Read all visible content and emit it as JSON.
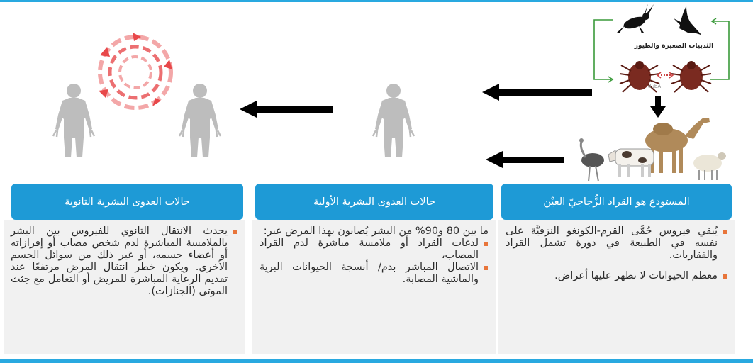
{
  "reservoir": {
    "header": "المستودع هو القراد الزُّجاجيّ العيْن",
    "paragraphs": [
      "يُبقي فيروس حُمَّى القرم-الكونغو النزفيَّة على نفسه في الطبيعة في دورة تشمل القراد والفقاريات.",
      "معظم الحيوانات لا تظهر عليها أعراض."
    ]
  },
  "primary": {
    "header": "حالات العدوى البشرية الأولية",
    "intro": "ما بين 80 و90% من البشر يُصابون بهذا المرض عبر:",
    "items": [
      "لدغات القراد أو ملامسة مباشرة لدم القراد المصاب،",
      "الاتصال المباشر بدم/ أنسجة الحيوانات البرية والماشية المصابة."
    ]
  },
  "secondary": {
    "header": "حالات العدوى البشرية الثانوية",
    "paragraph": "يحدث الانتقال الثانوي للفيروس بين البشر بالملامسة المباشرة لدم شخص مصاب أو إفرازاته أو أعضاء جسمه، أو غير ذلك من سوائل الجسم الأخرى. ويكون خطر انتقال المرض مرتفعًا عند تقديم الرعاية المباشرة للمريض أو التعامل مع جثث الموتى (الجنازات)."
  },
  "illustration": {
    "cycle_label": "الثدييات الصغيرة والطيور",
    "cycle_mini_label": "dubA",
    "icons": [
      "rabbit-icon",
      "bird-icon",
      "tick-icon",
      "camel-icon",
      "ostrich-icon",
      "cow-icon",
      "sheep-icon",
      "human-icon",
      "transmission-swirl-icon",
      "arrow-left-icon"
    ]
  },
  "colors": {
    "header_bg": "#1e9ad6",
    "panel_bg": "#f1f1f1",
    "bullet": "#e8753a",
    "accent_line": "#29a9e0",
    "cycle_arrow": "#3a9a3a",
    "swirl": "#e8484a"
  }
}
